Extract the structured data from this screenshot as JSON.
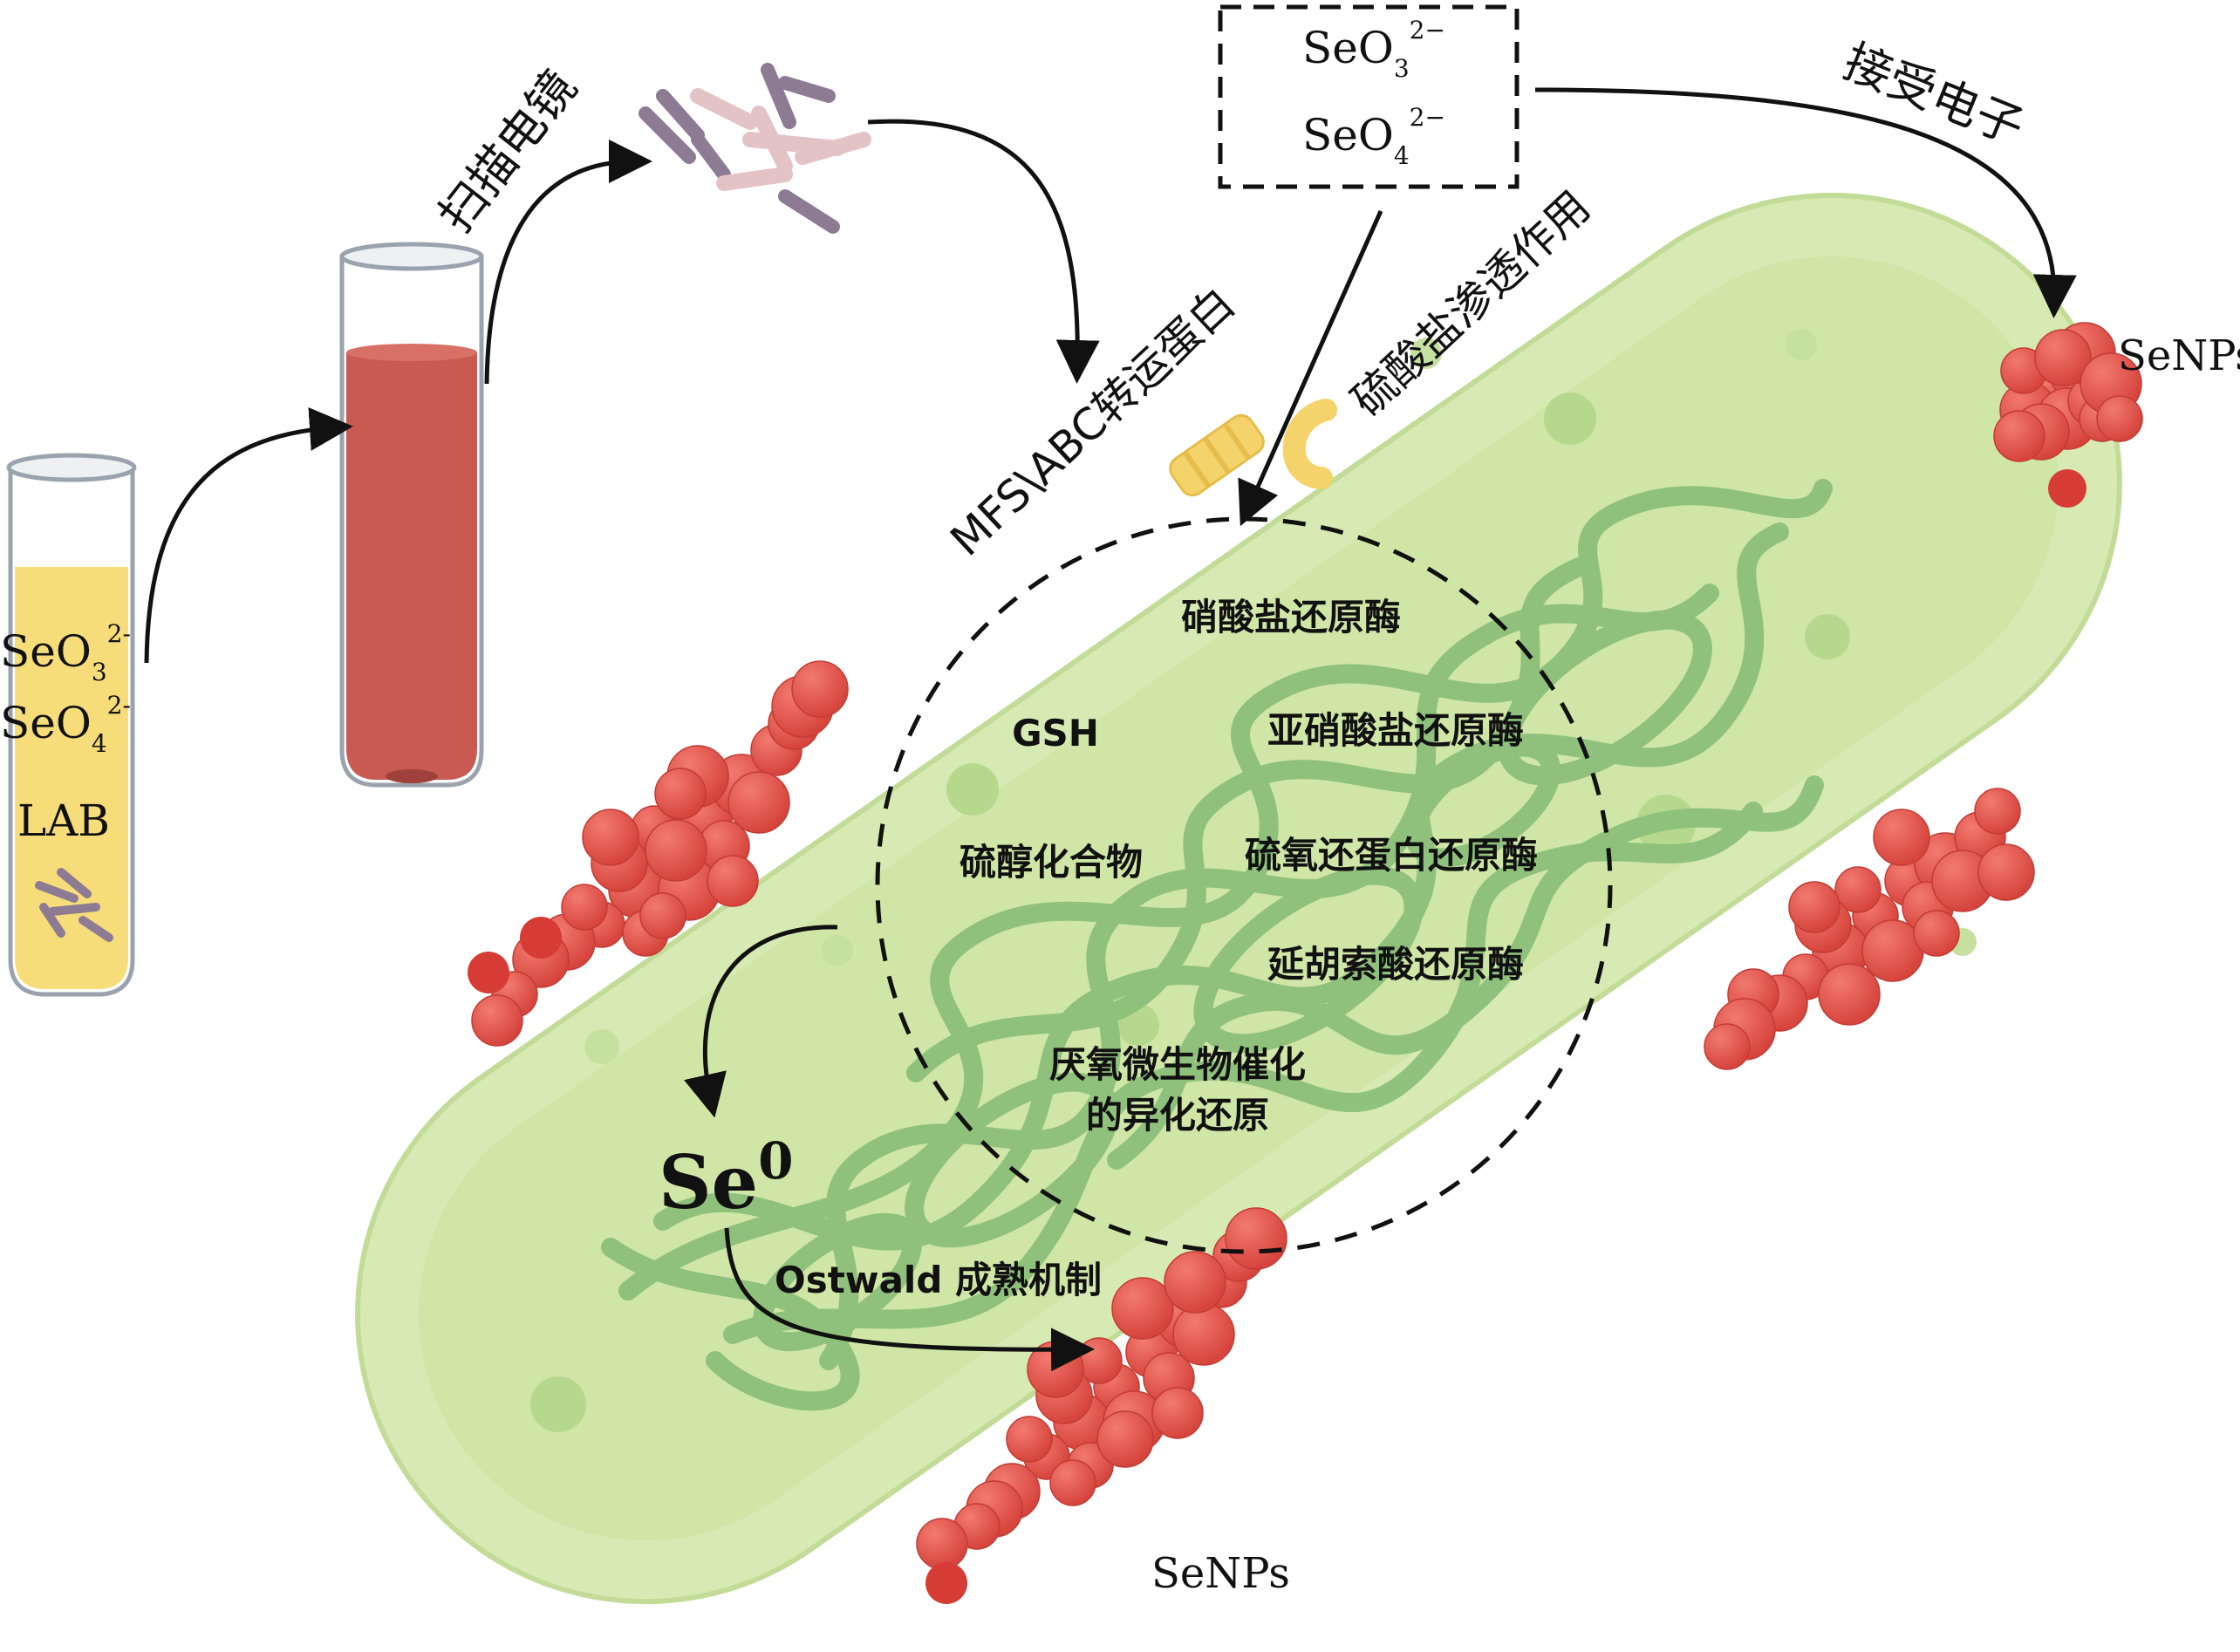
{
  "labels": {
    "scan_em": "扫描电镜",
    "accept_electrons": "接受电子",
    "mfs_abc": "MFS\\ABC转运蛋白",
    "sulfate_osmosis": "硫酸盐渗透作用",
    "senps_top": "SeNPs",
    "senps_bottom": "SeNPs",
    "se0_base": "Se",
    "se0_sup": "0",
    "ostwald": "Ostwald 成熟机制",
    "lab": "LAB"
  },
  "ions": {
    "se_base": "SeO",
    "sub3": "3",
    "sub4": "4",
    "charge": "2−",
    "tube_charge": "2-"
  },
  "enzymes": {
    "nitrate_reductase": "硝酸盐还原酶",
    "gsh": "GSH",
    "nitrite_reductase": "亚硝酸盐还原酶",
    "thiol_compounds": "硫醇化合物",
    "thioredoxin_reductase": "硫氧还蛋白还原酶",
    "fumarate_reductase": "延胡索酸还原酶",
    "anaerobic_line1": "厌氧微生物催化",
    "anaerobic_line2": "的异化还原"
  },
  "colors": {
    "bacterium_outer": "#d7eab4",
    "bacterium_inner": "#c4df99",
    "dna": "#8cc07a",
    "nanoparticle": "#e0524a",
    "tube_liquid_yellow": "#f6dd7a",
    "tube_liquid_red": "#c85a52",
    "transporter": "#f4d36a"
  }
}
